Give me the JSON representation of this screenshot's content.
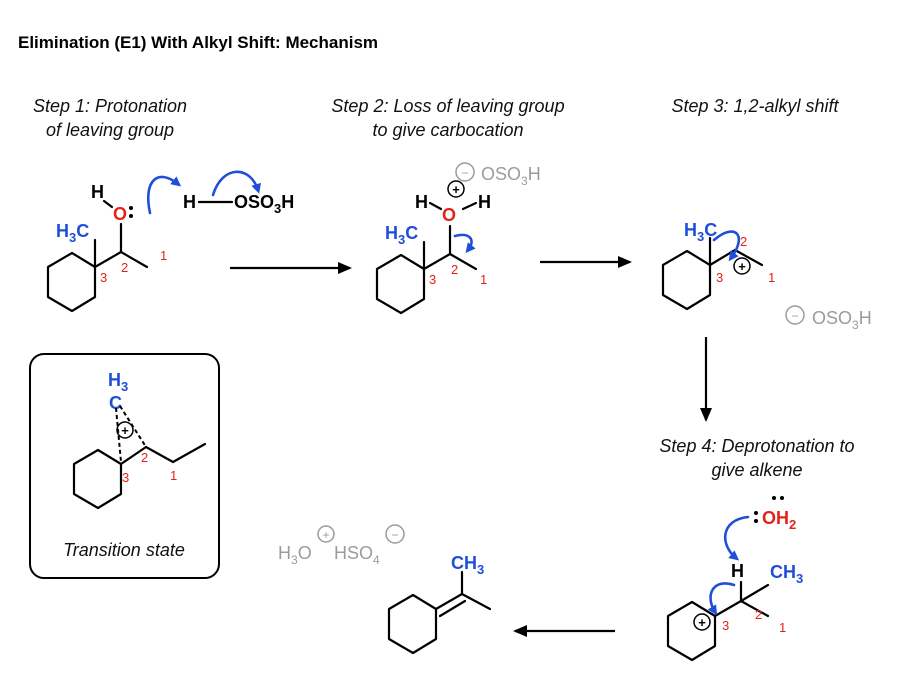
{
  "title": "Elimination (E1) With Alkyl Shift: Mechanism",
  "steps": {
    "s1": {
      "line1": "Step 1: Protonation",
      "line2": "of leaving group"
    },
    "s2": {
      "line1": "Step 2: Loss of leaving group",
      "line2": "to give carbocation"
    },
    "s3": {
      "line1": "Step 3: 1,2-alkyl shift"
    },
    "s4": {
      "line1": "Step 4: Deprotonation to",
      "line2": "give alkene"
    }
  },
  "labels": {
    "h3c": "H",
    "h3c_sub": "3",
    "h3c_c": "C",
    "oxygen": "O",
    "hydrogen": "H",
    "oso3h_main": "OSO",
    "oso3h_sub": "3",
    "oso3h_end": "H",
    "oh2_main": "OH",
    "oh2_sub": "2",
    "ch3_main": "CH",
    "ch3_sub": "3",
    "h3_main": "H",
    "h3_sub": "3",
    "c_atom": "C",
    "h3o_main": "H",
    "h3o_sub": "3",
    "h3o_end": "O",
    "hso4_main": "HSO",
    "hso4_sub": "4",
    "plus": "+",
    "minus": "−",
    "num1": "1",
    "num2": "2",
    "num3": "3"
  },
  "transition_state": {
    "caption": "Transition state"
  },
  "colors": {
    "blue": "#1f4fd8",
    "red": "#e2231a",
    "gray": "#9b9b9b"
  }
}
